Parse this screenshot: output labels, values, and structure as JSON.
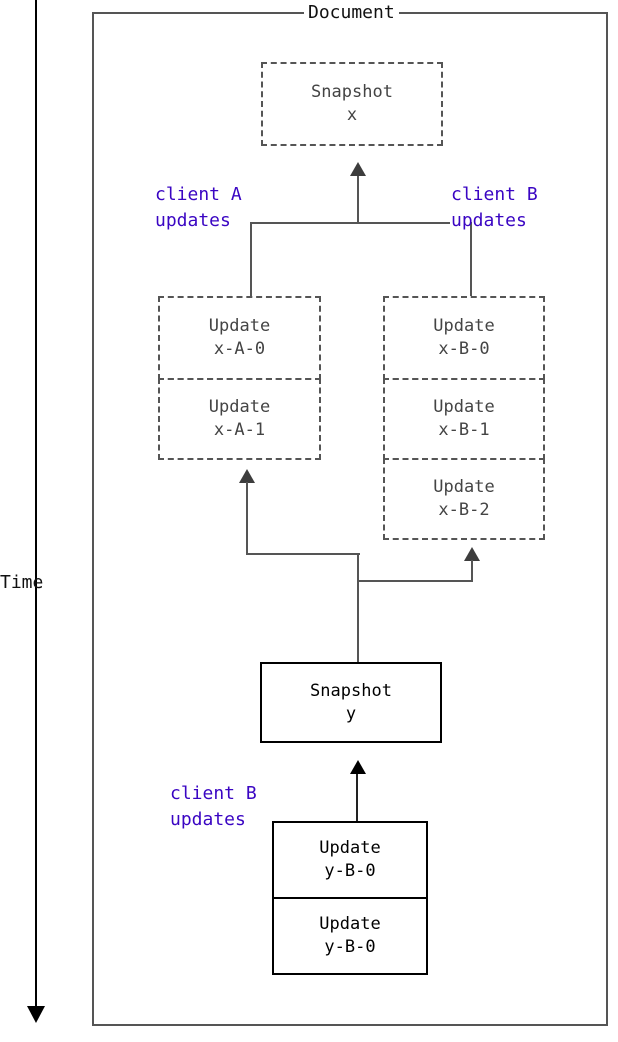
{
  "diagram": {
    "title": "Document",
    "time_axis": {
      "label": "Time",
      "direction": "downward",
      "arrow_icon": "arrow-down-icon"
    },
    "snapshots": [
      {
        "id": "snapshot-x",
        "line1": "Snapshot",
        "line2": "x",
        "style": "dashed"
      },
      {
        "id": "snapshot-y",
        "line1": "Snapshot",
        "line2": "y",
        "style": "solid"
      }
    ],
    "client_labels": [
      {
        "id": "client-a-updates-top",
        "line1": "client A",
        "line2": "updates"
      },
      {
        "id": "client-b-updates-top",
        "line1": "client B",
        "line2": "updates"
      },
      {
        "id": "client-b-updates-bottom",
        "line1": "client B",
        "line2": "updates"
      }
    ],
    "update_stacks": [
      {
        "id": "client-a-x-updates",
        "style": "dashed",
        "rows": [
          {
            "line1": "Update",
            "line2": "x-A-0"
          },
          {
            "line1": "Update",
            "line2": "x-A-1"
          }
        ]
      },
      {
        "id": "client-b-x-updates",
        "style": "dashed",
        "rows": [
          {
            "line1": "Update",
            "line2": "x-B-0"
          },
          {
            "line1": "Update",
            "line2": "x-B-1"
          },
          {
            "line1": "Update",
            "line2": "x-B-2"
          }
        ]
      },
      {
        "id": "client-b-y-updates",
        "style": "solid",
        "rows": [
          {
            "line1": "Update",
            "line2": "y-B-0"
          },
          {
            "line1": "Update",
            "line2": "y-B-0"
          }
        ]
      }
    ],
    "colors": {
      "client_label": "#3a05c3",
      "dashed_stroke": "#555555",
      "solid_stroke": "#000000",
      "background": "#ffffff"
    }
  }
}
